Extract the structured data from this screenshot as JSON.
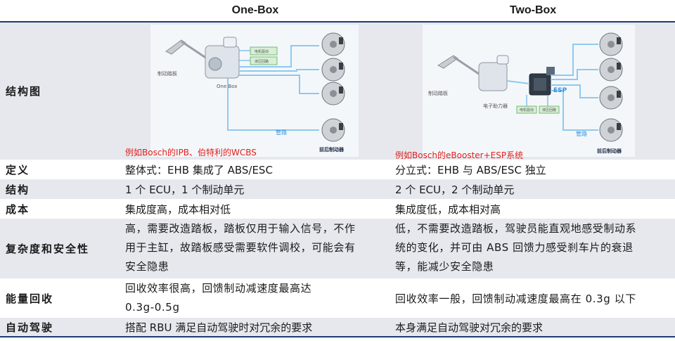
{
  "header": {
    "col1": "One-Box",
    "col2": "Two-Box"
  },
  "rows": {
    "structure_diagram": {
      "label": "结构图",
      "one_box": {
        "pedal_label": "制动踏板",
        "unit_label": "One Box",
        "box_a": "电机驱动",
        "box_b": "液压回路",
        "pipe_label": "管路",
        "brake_label": "前后制动器",
        "note": "例如Bosch的IPB、伯特利的WCBS"
      },
      "two_box": {
        "pedal_label": "制动踏板",
        "unit_label": "电子助力器",
        "esp_label": "ESP",
        "box_a": "电机驱动",
        "box_b": "液压回路",
        "pipe_label": "管路",
        "brake_label": "前后制动器",
        "note": "例如Bosch的eBooster+ESP系统"
      }
    },
    "definition": {
      "label": "定义",
      "one_box": "整体式：EHB 集成了 ABS/ESC",
      "two_box": "分立式：EHB 与 ABS/ESC 独立"
    },
    "structure": {
      "label": "结构",
      "one_box": "1 个 ECU，1 个制动单元",
      "two_box": "2 个 ECU，2 个制动单元"
    },
    "cost": {
      "label": "成本",
      "one_box": "集成度高，成本相对低",
      "two_box": "集成度低，成本相对高"
    },
    "complexity": {
      "label": "复杂度和安全性",
      "one_box": [
        "高，需要改造踏板，踏板仅用于输入信号，不作",
        "用于主缸，故踏板感受需要软件调校，可能会有",
        "安全隐患"
      ],
      "two_box": [
        "低，不需要改造踏板，驾驶员能直观地感受制动系",
        "统的变化，并可由 ABS 回馈力感受刹车片的衰退",
        "等，能减少安全隐患"
      ]
    },
    "energy": {
      "label": "能量回收",
      "one_box": [
        "回收效率很高，回馈制动减速度最高达",
        "0.3g-0.5g"
      ],
      "two_box": "回收效率一般，回馈制动减速度最高在 0.3g 以下"
    },
    "autonomy": {
      "label": "自动驾驶",
      "one_box": "搭配 RBU 满足自动驾驶时对冗余的要求",
      "two_box": "本身满足自动驾驶对冗余的要求"
    }
  },
  "colors": {
    "header_line": "#1f3b73",
    "row_shade": "#e6e8ee",
    "note_red": "#e0201c",
    "pipe_blue": "#4aa8e8"
  }
}
